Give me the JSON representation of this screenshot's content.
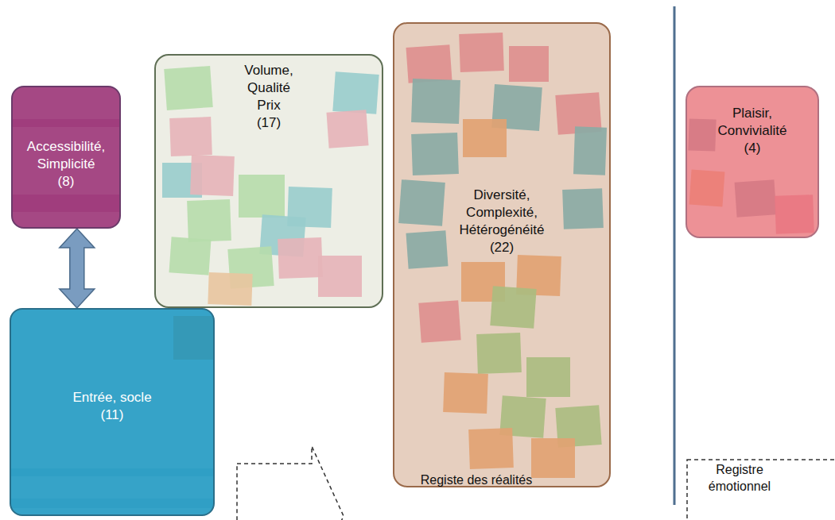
{
  "diagram": {
    "nodes": [
      {
        "text": [
          "Accessibilité, Simplicité",
          "(8)"
        ]
      },
      {
        "text": [
          "Entrée, socle",
          "(11)"
        ]
      },
      {
        "text": [
          "Volume, Qualité Prix",
          "(17)"
        ]
      },
      {
        "text": [
          "Diversité, Complexité, Hétérogénéité",
          "(22)"
        ]
      },
      {
        "text": [
          "Plaisir, Convivialité",
          "(4)"
        ]
      },
      {
        "text": [
          "Registe des réalités"
        ]
      },
      {
        "text": [
          "Registre émotionnel"
        ]
      }
    ],
    "edges": [
      {
        "from": 0,
        "to": 1,
        "arrow": "both"
      }
    ]
  }
}
